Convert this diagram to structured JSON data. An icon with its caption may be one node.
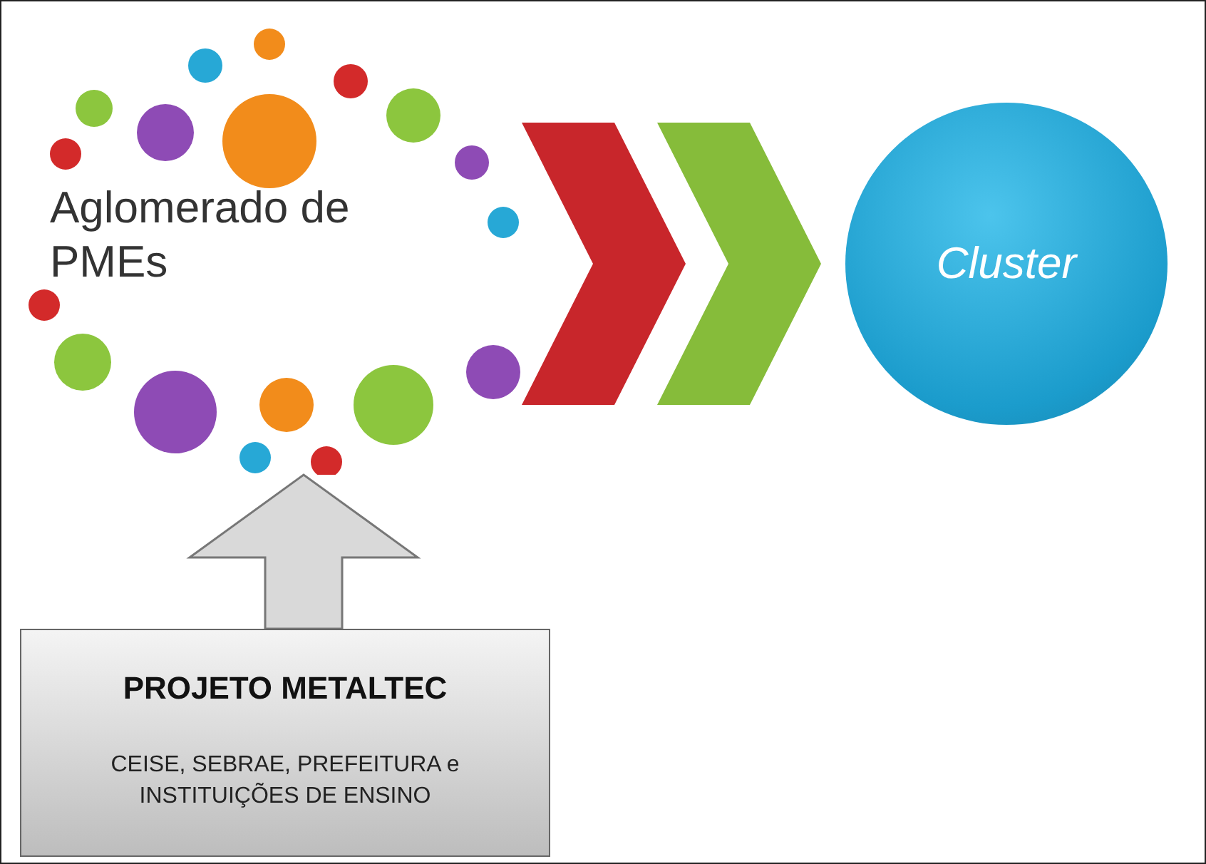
{
  "diagram": {
    "nodes": [
      {
        "text": [
          "Aglomerado de PMEs"
        ]
      },
      {
        "text": [
          "Cluster"
        ]
      },
      {
        "text": [
          "PROJETO METALTEC",
          "CEISE, SEBRAE, PREFEITURA e INSTITUIÇÕES DE ENSINO"
        ]
      }
    ],
    "edges": [
      {
        "from": 0,
        "to": 1,
        "arrow": "to",
        "style": "thick",
        "color": "#c8262b"
      },
      {
        "from": 0,
        "to": 1,
        "arrow": "to",
        "style": "thick",
        "color": "#86bc3a"
      },
      {
        "from": 2,
        "to": 0,
        "arrow": "to",
        "style": "thick",
        "color": "#d9d9d9"
      }
    ]
  }
}
